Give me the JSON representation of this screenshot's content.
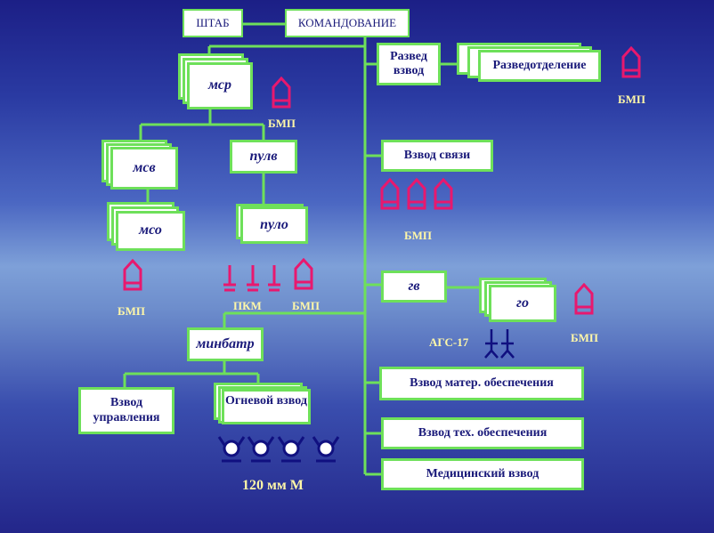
{
  "colors": {
    "line": "#6ee05a",
    "box_text": "#1a1a7a",
    "vehicle": "#e8186e",
    "weapon_red": "#e8186e",
    "weapon_blue": "#101080",
    "label": "#fff7a8"
  },
  "top": {
    "shtab": "ШТАБ",
    "komandovanie": "КОМАНДОВАНИЕ"
  },
  "left": {
    "msr": "мср",
    "msv": "мсв",
    "mso": "мсо",
    "pulv": "пулв",
    "pulo": "пуло",
    "minbatr": "минбатр",
    "vzvod_upr": "Взвод управления",
    "ognevoy": "Огневой взвод"
  },
  "right": {
    "razved_vzvod": "Развед взвод",
    "razvedotdelenie": "Разведотделение",
    "vzvod_svyazi": "Взвод связи",
    "gv": "гв",
    "go": "го",
    "mater": "Взвод матер. обеспечения",
    "teh": "Взвод тех. обеспечения",
    "med": "Медицинский взвод"
  },
  "labels": {
    "bmp_msr": "БМП",
    "bmp_razved": "БМП",
    "bmp_svyaz": "БМП",
    "bmp_mso": "БМП",
    "pkm": "ПКМ",
    "bmp_pulo": "БМП",
    "ags": "АГС-17",
    "bmp_go": "БМП",
    "mortar": "120 мм М"
  },
  "icons": {
    "vehicle": "bmp-vehicle-icon",
    "machine_gun": "pkm-machine-gun-icon",
    "grenade_launcher": "ags-grenade-launcher-icon",
    "mortar": "mortar-icon"
  }
}
